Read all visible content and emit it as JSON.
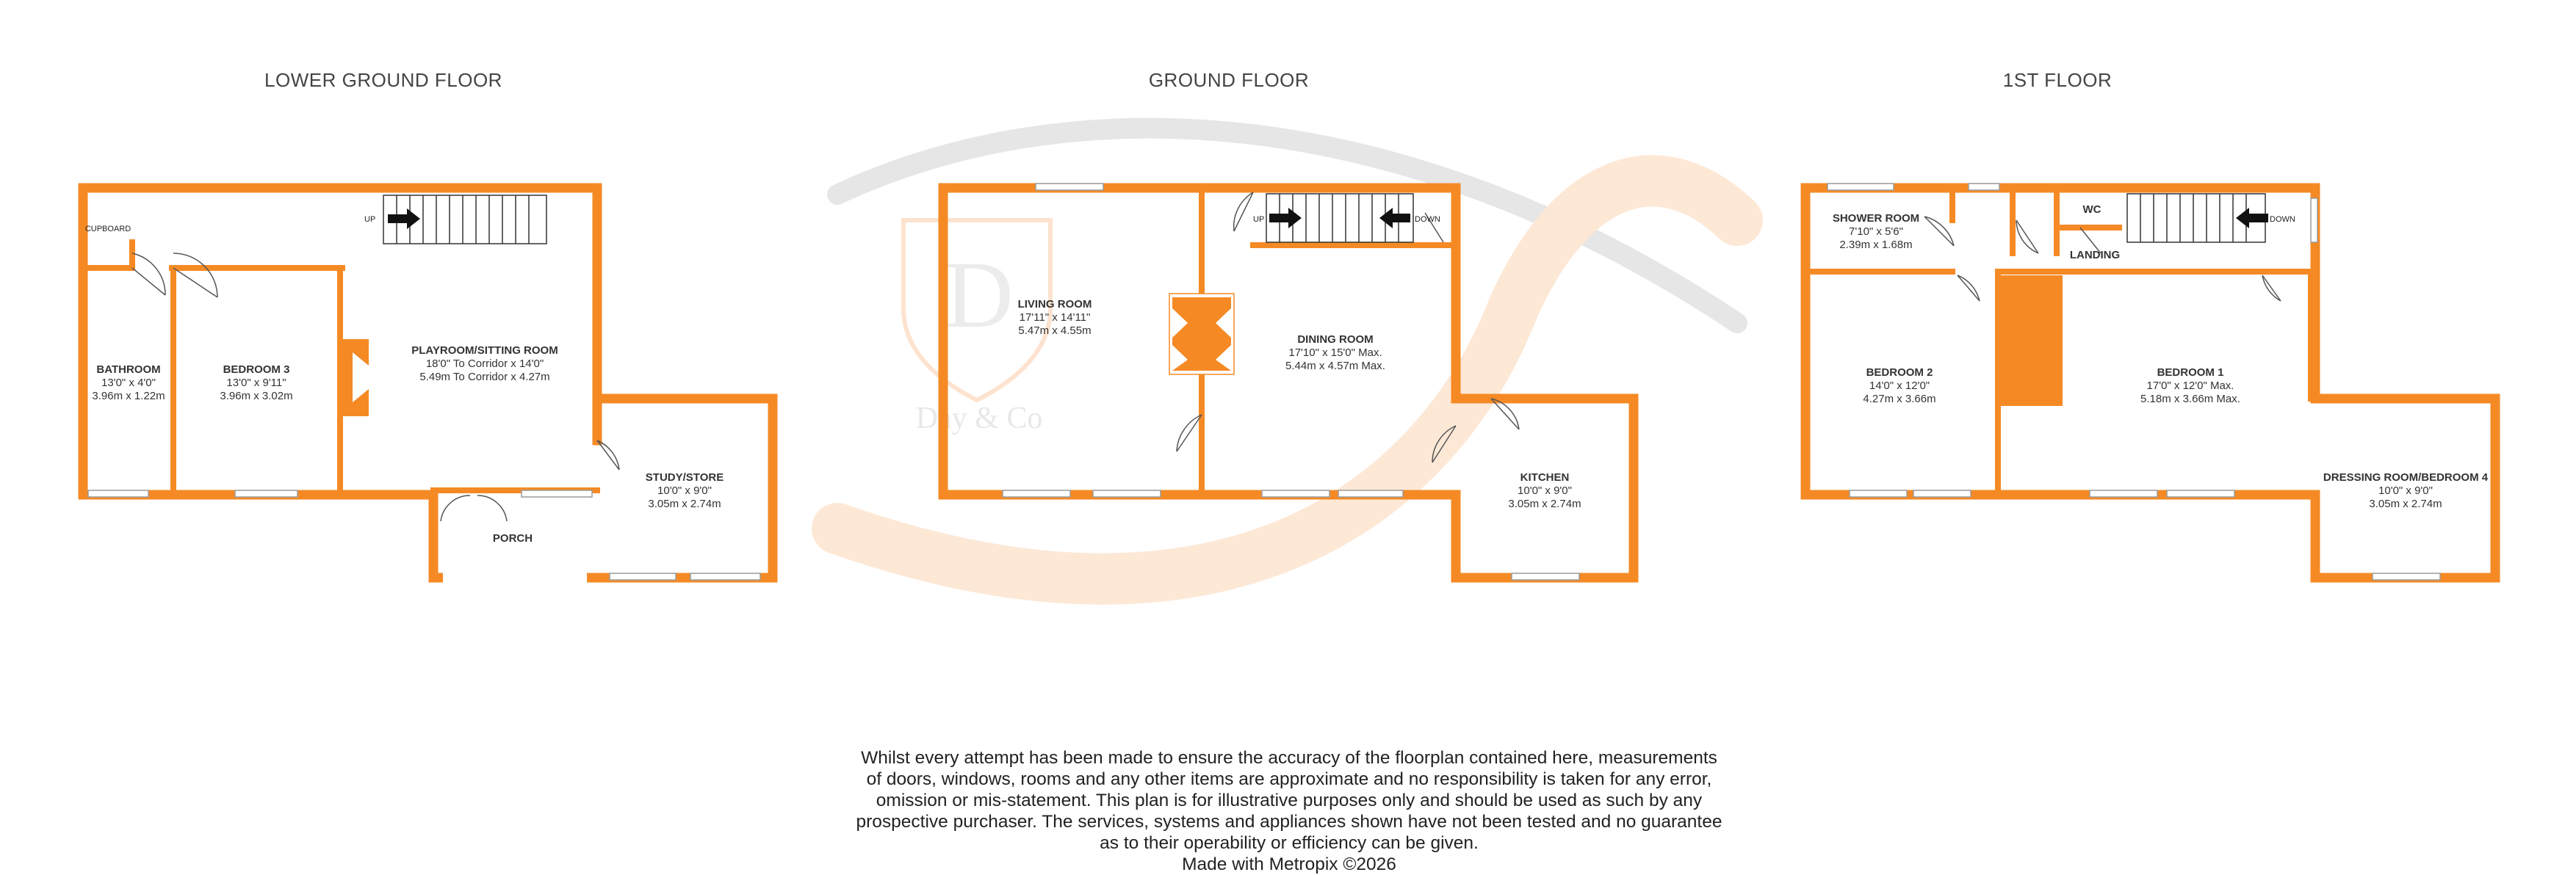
{
  "floors": {
    "lower": {
      "title": "LOWER GROUND FLOOR",
      "rooms": {
        "cupboard": {
          "name": "CUPBOARD"
        },
        "bathroom": {
          "name": "BATHROOM",
          "dim_imperial": "13'0\" x 4'0\"",
          "dim_metric": "3.96m x 1.22m"
        },
        "bedroom3": {
          "name": "BEDROOM 3",
          "dim_imperial": "13'0\" x 9'11\"",
          "dim_metric": "3.96m x 3.02m"
        },
        "playroom": {
          "name": "PLAYROOM/SITTING ROOM",
          "dim_imperial": "18'0\" To Corridor x 14'0\"",
          "dim_metric": "5.49m To Corridor x 4.27m"
        },
        "study": {
          "name": "STUDY/STORE",
          "dim_imperial": "10'0\" x 9'0\"",
          "dim_metric": "3.05m x 2.74m"
        },
        "porch": {
          "name": "PORCH"
        }
      },
      "stair_label": "UP"
    },
    "ground": {
      "title": "GROUND FLOOR",
      "rooms": {
        "living": {
          "name": "LIVING ROOM",
          "dim_imperial": "17'11\" x 14'11\"",
          "dim_metric": "5.47m x 4.55m"
        },
        "dining": {
          "name": "DINING ROOM",
          "dim_imperial": "17'10\" x 15'0\" Max.",
          "dim_metric": "5.44m x 4.57m Max."
        },
        "kitchen": {
          "name": "KITCHEN",
          "dim_imperial": "10'0\" x 9'0\"",
          "dim_metric": "3.05m x 2.74m"
        }
      },
      "stair_up": "UP",
      "stair_down": "DOWN"
    },
    "first": {
      "title": "1ST FLOOR",
      "rooms": {
        "shower": {
          "name": "SHOWER ROOM",
          "dim_imperial": "7'10\" x 5'6\"",
          "dim_metric": "2.39m x 1.68m"
        },
        "wc": {
          "name": "WC"
        },
        "landing": {
          "name": "LANDING"
        },
        "bedroom2": {
          "name": "BEDROOM 2",
          "dim_imperial": "14'0\" x 12'0\"",
          "dim_metric": "4.27m x 3.66m"
        },
        "bedroom1": {
          "name": "BEDROOM 1",
          "dim_imperial": "17'0\" x 12'0\" Max.",
          "dim_metric": "5.18m x 3.66m Max."
        },
        "dressing": {
          "name": "DRESSING ROOM/BEDROOM 4",
          "dim_imperial": "10'0\" x 9'0\"",
          "dim_metric": "3.05m x 2.74m"
        }
      },
      "stair_down": "DOWN"
    }
  },
  "watermark": {
    "monogram": "D",
    "name": "Day & Co"
  },
  "disclaimer": {
    "lines": [
      "Whilst every attempt has been made to ensure the accuracy of the floorplan contained here, measurements",
      "of doors, windows, rooms and any other items are approximate and no responsibility is taken for any error,",
      "omission or mis-statement. This plan is for illustrative purposes only and should be used as such by any",
      "prospective purchaser. The services, systems and appliances shown have not been tested and no guarantee",
      "as to their operability or efficiency can be given.",
      "Made with Metropix ©2026"
    ]
  },
  "colors": {
    "wall": "#f58a25",
    "text": "#333333",
    "watermark_grey": "#e4e4e4",
    "watermark_orange": "#fde7d4"
  }
}
